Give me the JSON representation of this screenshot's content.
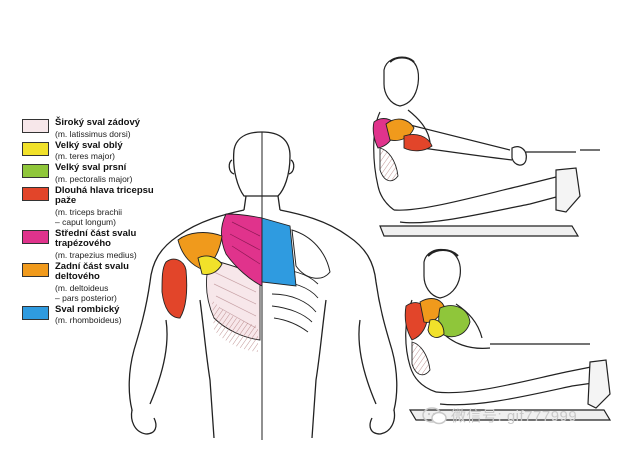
{
  "legend": [
    {
      "name": "Široký sval zádový",
      "latin": [
        "(m. latissimus dorsi)"
      ],
      "color": "#f7e7ea"
    },
    {
      "name": "Velký sval oblý",
      "latin": [
        "(m. teres major)"
      ],
      "color": "#f1e12a"
    },
    {
      "name": "Velký sval prsní",
      "latin": [
        "(m. pectoralis major)"
      ],
      "color": "#8fc63a"
    },
    {
      "name": "Dlouhá hlava tricepsu paže",
      "latin": [
        "(m. triceps brachii",
        "– caput longum)"
      ],
      "color": "#e2452a"
    },
    {
      "name": "Střední část svalu trapézového",
      "latin": [
        "(m. trapezius medius)"
      ],
      "color": "#e0338c"
    },
    {
      "name": "Zadní část svalu deltového",
      "latin": [
        "(m. deltoideus",
        "– pars posterior)"
      ],
      "color": "#f09a1c"
    },
    {
      "name": "Sval rombický",
      "latin": [
        "(m. rhomboideus)"
      ],
      "color": "#2f9be0"
    }
  ],
  "watermark": {
    "text": "微信号: gif777999",
    "icon": "wechat-icon"
  }
}
